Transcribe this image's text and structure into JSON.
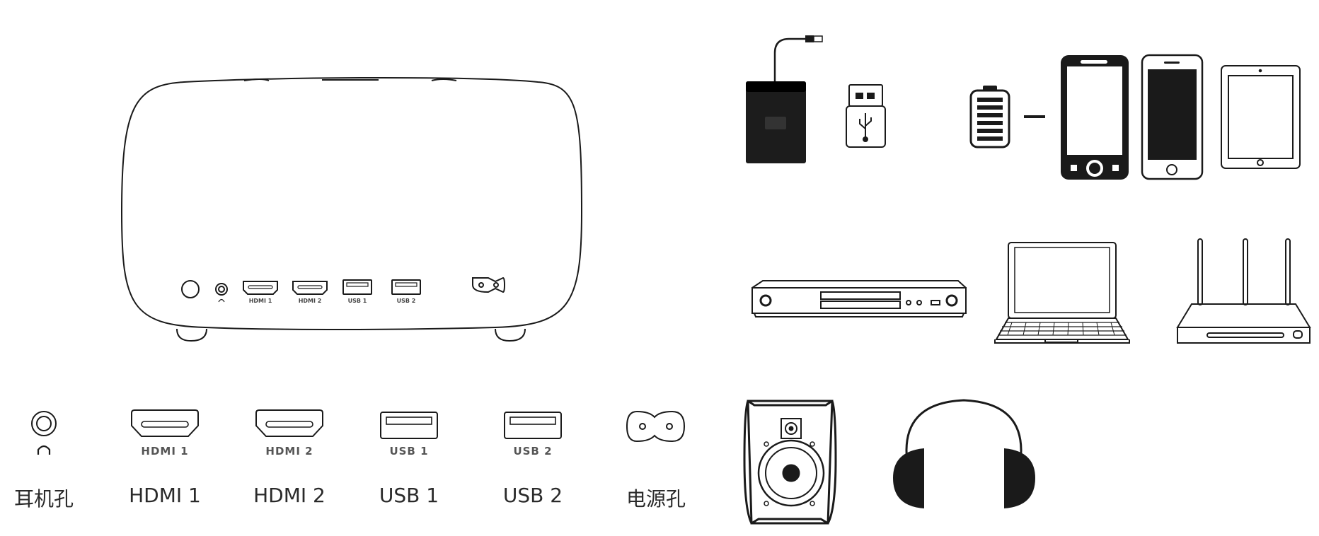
{
  "projector": {
    "port_tags": [
      "HDMI 1",
      "HDMI 2",
      "USB 1",
      "USB 2"
    ]
  },
  "ports": [
    {
      "tag": "",
      "label": "耳机孔",
      "icon": "headphone-jack-icon"
    },
    {
      "tag": "HDMI 1",
      "label": "HDMI 1",
      "icon": "hdmi-port-icon"
    },
    {
      "tag": "HDMI 2",
      "label": "HDMI 2",
      "icon": "hdmi-port-icon"
    },
    {
      "tag": "USB 1",
      "label": "USB 1",
      "icon": "usb-port-icon"
    },
    {
      "tag": "USB 2",
      "label": "USB 2",
      "icon": "usb-port-icon"
    },
    {
      "tag": "",
      "label": "电源孔",
      "icon": "power-socket-icon"
    }
  ],
  "devices": [
    "external-hard-drive-icon",
    "usb-flash-drive-icon",
    "power-bank-icon",
    "feature-phone-icon",
    "smartphone-icon",
    "tablet-icon",
    "dvd-player-icon",
    "laptop-icon",
    "wifi-router-icon",
    "speaker-icon",
    "headphones-icon"
  ],
  "colors": {
    "stroke": "#1a1a1a",
    "fill_dark": "#1c1c1c",
    "text": "#2a2a2a"
  }
}
